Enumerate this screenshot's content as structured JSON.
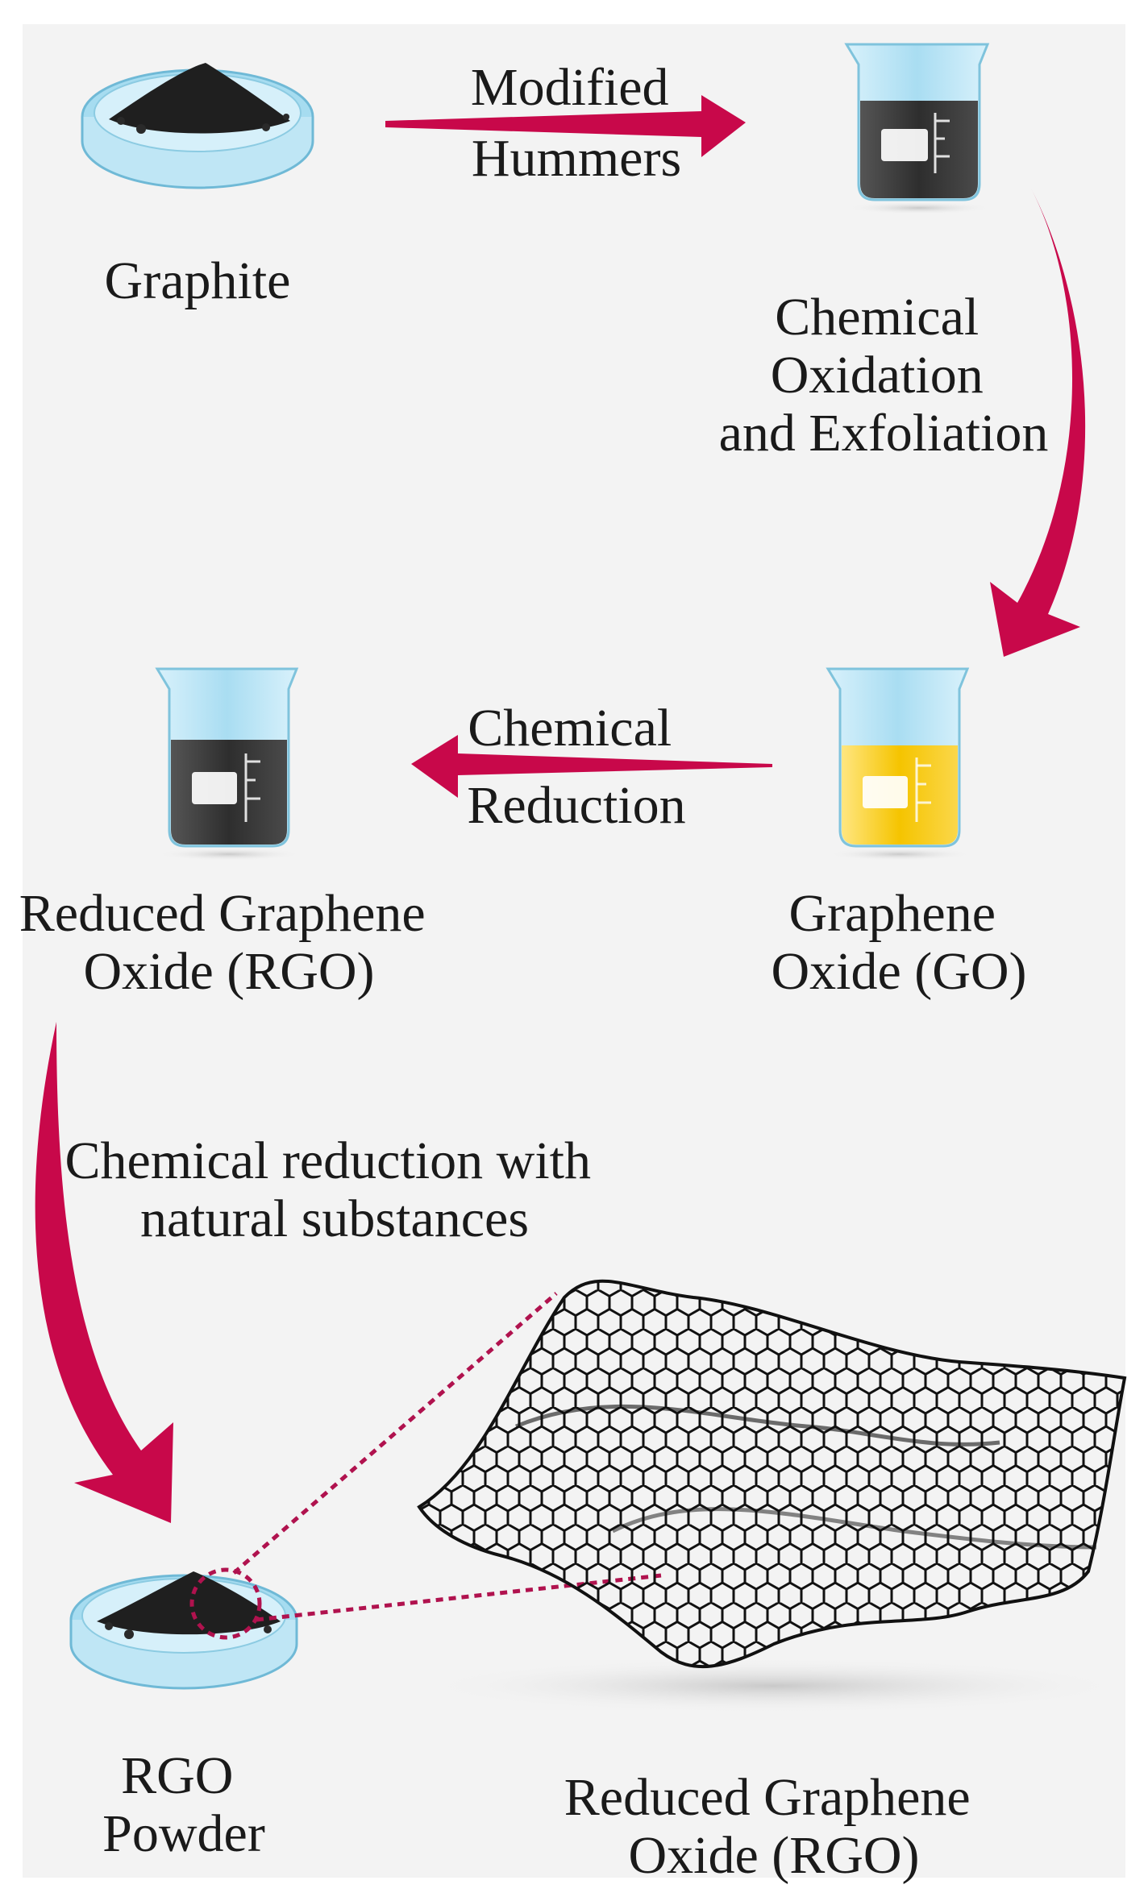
{
  "labels": {
    "graphite": "Graphite",
    "modified_hummers": [
      "Modified",
      "Hummers"
    ],
    "chemical_oxidation": [
      "Chemical",
      "Oxidation",
      "and Exfoliation"
    ],
    "chemical_reduction": [
      "Chemical",
      "Reduction"
    ],
    "rgo_top": [
      "Reduced Graphene",
      "Oxide (RGO)"
    ],
    "go": [
      "Graphene",
      "Oxide (GO)"
    ],
    "natural_reduction": [
      "Chemical reduction with",
      "natural substances"
    ],
    "rgo_powder": [
      "RGO",
      "Powder"
    ],
    "rgo_sheet": [
      "Reduced Graphene",
      "Oxide (RGO)"
    ]
  },
  "icons": {
    "graphite_dish": "petri-dish-icon",
    "oxidized_beaker": "beaker-dark-icon",
    "go_beaker": "beaker-yellow-icon",
    "rgo_beaker": "beaker-dark-icon",
    "rgo_dish": "petri-dish-icon",
    "sheet": "graphene-sheet-icon"
  },
  "colors": {
    "background": "#f3f3f3",
    "arrow": "#c8084a",
    "dark_liquid": "#3b3b3b",
    "yellow_liquid": "#f5c400",
    "glass": "#bfe6f5",
    "powder": "#1f1f1f"
  }
}
